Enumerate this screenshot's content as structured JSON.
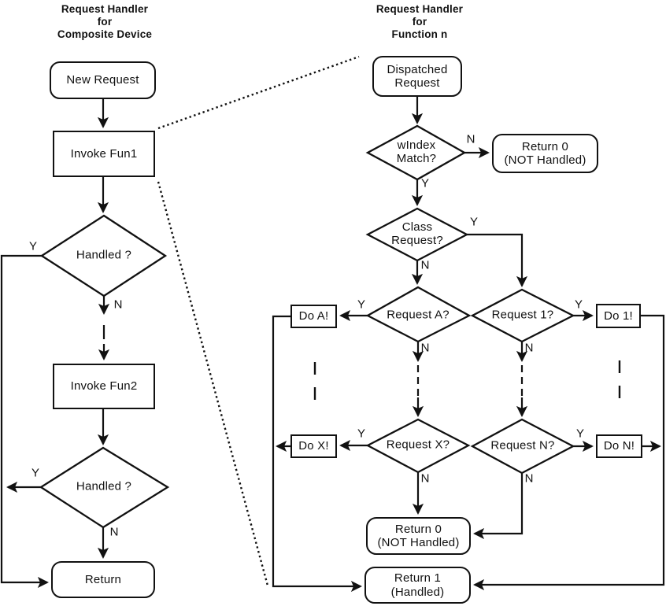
{
  "colors": {
    "line": "#111111",
    "background": "#ffffff"
  },
  "branch": {
    "yes": "Y",
    "no": "N"
  },
  "left_chart": {
    "title": {
      "line1": "Request Handler",
      "line2": "for",
      "line3": "Composite Device"
    },
    "nodes": {
      "new_request": "New Request",
      "invoke_fun1": "Invoke Fun1",
      "handled_1": "Handled ?",
      "invoke_fun2": "Invoke Fun2",
      "handled_2": "Handled ?",
      "return": "Return"
    }
  },
  "right_chart": {
    "title": {
      "line1": "Request Handler",
      "line2": "for",
      "line3": "Function n"
    },
    "nodes": {
      "dispatched_request": {
        "line1": "Dispatched",
        "line2": "Request"
      },
      "windex_match": {
        "line1": "wIndex",
        "line2": "Match?"
      },
      "return_0_top": {
        "line1": "Return 0",
        "line2": "(NOT Handled)"
      },
      "class_request": {
        "line1": "Class",
        "line2": "Request?"
      },
      "request_a": "Request A?",
      "request_1": "Request 1?",
      "do_a": "Do A!",
      "do_1": "Do 1!",
      "request_x": "Request X?",
      "request_n": "Request N?",
      "do_x": "Do X!",
      "do_n": "Do N!",
      "return_0_bottom": {
        "line1": "Return 0",
        "line2": "(NOT Handled)"
      },
      "return_1": {
        "line1": "Return 1",
        "line2": "(Handled)"
      }
    }
  }
}
